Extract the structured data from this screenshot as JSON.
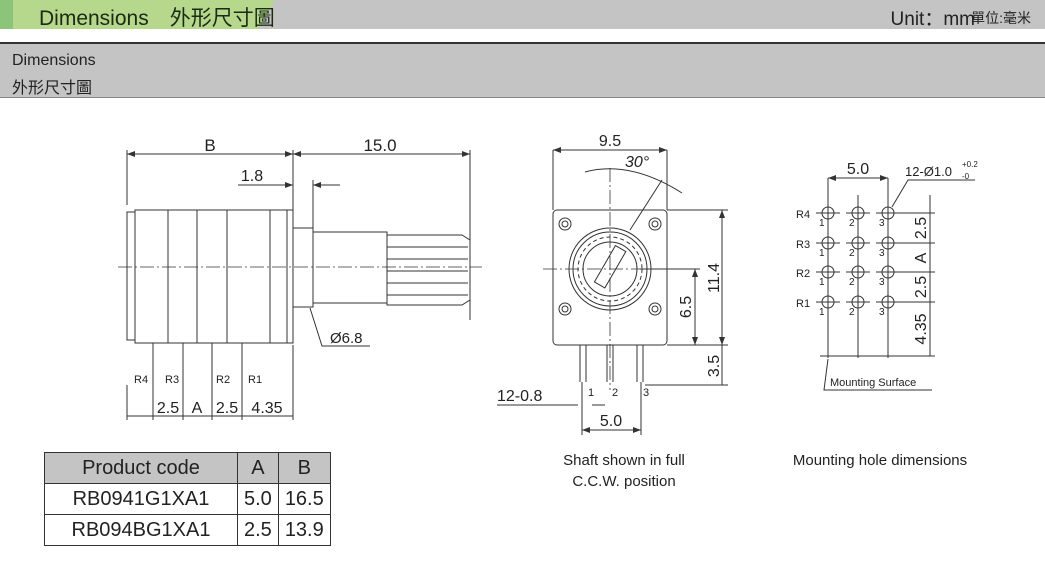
{
  "header": {
    "title": "Dimensions　外形尺寸圖",
    "unit": "Unit：mm",
    "unit_cn": "單位:毫米"
  },
  "section": {
    "title_en": "Dimensions",
    "title_cn": "外形尺寸圖"
  },
  "side_view": {
    "dim_b": "B",
    "dim_shaft": "15.0",
    "dim_flange": "1.8",
    "dim_dia": "Ø6.8",
    "pins": [
      "R4",
      "R3",
      "R2",
      "R1"
    ],
    "pitch": [
      "2.5",
      "A",
      "2.5",
      "4.35"
    ]
  },
  "front_view": {
    "dim_width": "9.5",
    "angle": "30°",
    "dim_height": "11.4",
    "dim_center": "6.5",
    "dim_pin": "3.5",
    "pin_width": "12-0.8",
    "pin_pitch": "5.0",
    "pin_numbers": [
      "1",
      "2",
      "3"
    ],
    "caption_line1": "Shaft shown in full",
    "caption_line2": "C.C.W. position"
  },
  "hole_view": {
    "dim_width": "5.0",
    "hole_spec": "12-Ø1.0",
    "tol_plus": "+0.2",
    "tol_minus": "-0",
    "rows": [
      "R4",
      "R3",
      "R2",
      "R1"
    ],
    "cols": [
      "1",
      "2",
      "3"
    ],
    "vdims": [
      "2.5",
      "A",
      "2.5",
      "4.35"
    ],
    "surface": "Mounting Surface",
    "caption": "Mounting hole dimensions"
  },
  "table": {
    "headers": [
      "Product code",
      "A",
      "B"
    ],
    "rows": [
      [
        "RB0941G1XA1",
        "5.0",
        "16.5"
      ],
      [
        "RB094BG1XA1",
        "2.5",
        "13.9"
      ]
    ]
  }
}
